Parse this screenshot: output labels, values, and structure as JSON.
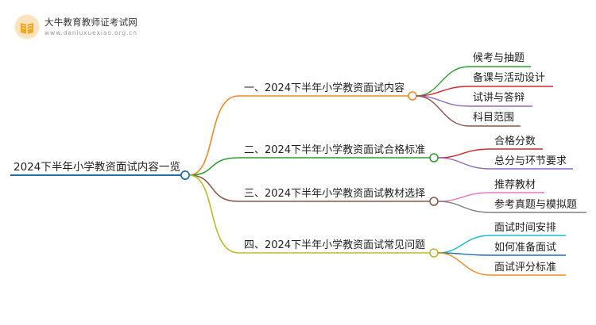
{
  "logo": {
    "name": "大牛教育教师证考试网",
    "url": "www.daniuxuexiao.org.cn",
    "icon": "book-badge-icon",
    "badge_color": "#f5a623"
  },
  "mindmap": {
    "root": {
      "label": "2024下半年小学教资面试内容一览",
      "color": "#1f6fb5"
    },
    "branches": [
      {
        "label": "一、2024下半年小学教资面试内容",
        "color": "#f08a24",
        "leaves": [
          {
            "label": "候考与抽题",
            "color": "#2ca02c"
          },
          {
            "label": "备课与活动设计",
            "color": "#d62728"
          },
          {
            "label": "试讲与答辩",
            "color": "#9467bd"
          },
          {
            "label": "科目范围",
            "color": "#8c564b"
          }
        ]
      },
      {
        "label": "二、2024下半年小学教资面试合格标准",
        "color": "#2ca02c",
        "leaves": [
          {
            "label": "合格分数",
            "color": "#d62728"
          },
          {
            "label": "总分与环节要求",
            "color": "#9467bd"
          }
        ]
      },
      {
        "label": "三、2024下半年小学教资面试教材选择",
        "color": "#8c564b",
        "leaves": [
          {
            "label": "推荐教材",
            "color": "#e377c2"
          },
          {
            "label": "参考真题与模拟题",
            "color": "#7f7f7f"
          }
        ]
      },
      {
        "label": "四、2024下半年小学教资面试常见问题",
        "color": "#bcbd22",
        "leaves": [
          {
            "label": "面试时间安排",
            "color": "#17becf"
          },
          {
            "label": "如何准备面试",
            "color": "#1f6fb5"
          },
          {
            "label": "面试评分标准",
            "color": "#f08a24"
          }
        ]
      }
    ]
  }
}
